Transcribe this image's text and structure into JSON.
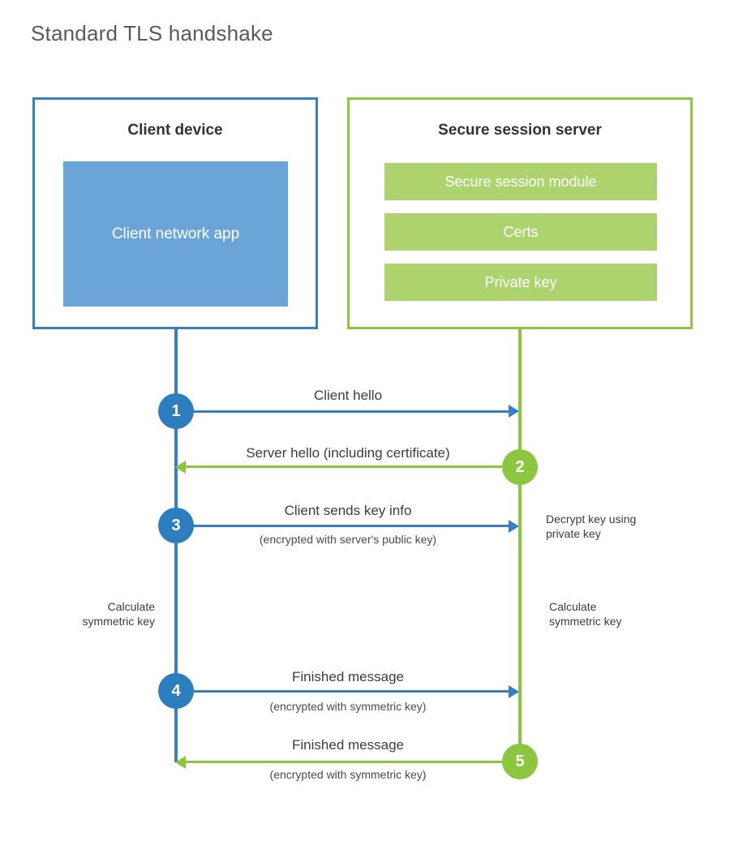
{
  "title": "Standard TLS handshake",
  "colors": {
    "client_border": "#3A7DC0",
    "client_app_fill": "#6BA5D7",
    "server_border": "#8CC63E",
    "server_bar_fill": "#ADD36F",
    "blue_accent": "#2E7DBE",
    "green_accent": "#8CC63E",
    "title_text": "#5A5A5A"
  },
  "client": {
    "title": "Client device",
    "app_label": "Client network app"
  },
  "server": {
    "title": "Secure session server",
    "components": [
      {
        "label": "Secure session module"
      },
      {
        "label": "Certs"
      },
      {
        "label": "Private key"
      }
    ]
  },
  "steps": [
    {
      "number": "1",
      "label": "Client hello",
      "sub": "",
      "direction": "client-to-server",
      "color": "blue"
    },
    {
      "number": "2",
      "label": "Server hello (including certificate)",
      "sub": "",
      "direction": "server-to-client",
      "color": "green"
    },
    {
      "number": "3",
      "label": "Client sends key info",
      "sub": "(encrypted with server's public key)",
      "direction": "client-to-server",
      "color": "blue"
    },
    {
      "number": "4",
      "label": "Finished message",
      "sub": "(encrypted with symmetric key)",
      "direction": "client-to-server",
      "color": "blue"
    },
    {
      "number": "5",
      "label": "Finished message",
      "sub": "(encrypted with symmetric key)",
      "direction": "server-to-client",
      "color": "green"
    }
  ],
  "annotations": {
    "server_decrypt": "Decrypt key using\nprivate key",
    "client_calculate": "Calculate\nsymmetric key",
    "server_calculate": "Calculate\nsymmetric key"
  }
}
